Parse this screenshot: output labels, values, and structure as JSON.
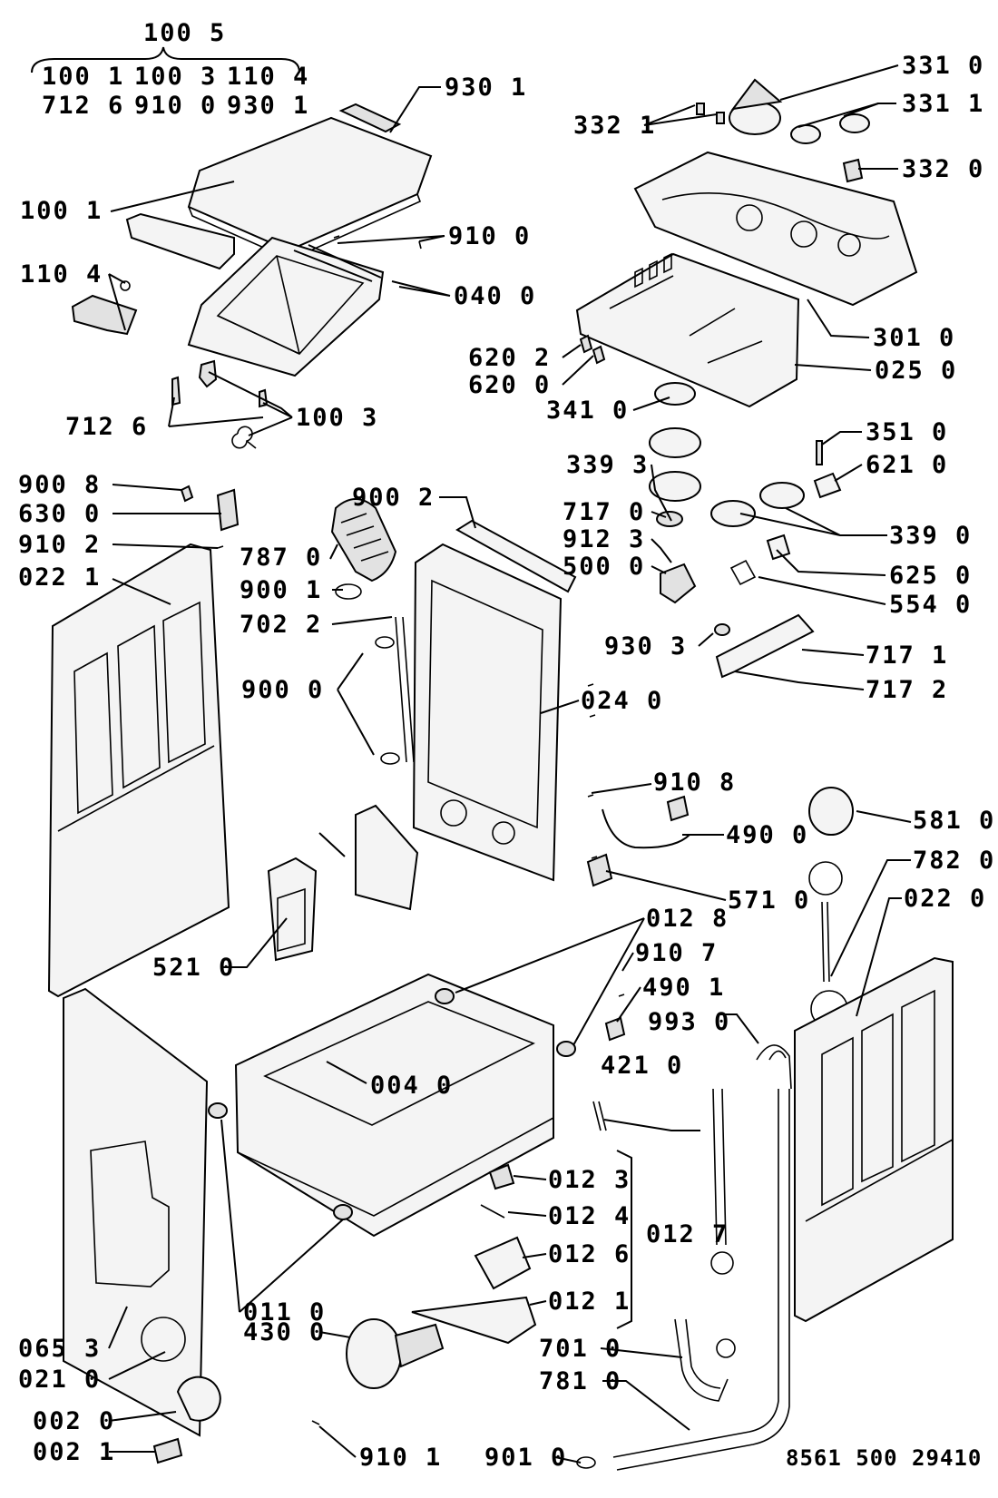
{
  "kit": {
    "label": "100 5",
    "contents": [
      [
        "100 1",
        "100 3",
        "110 4"
      ],
      [
        "712 6",
        "910 0",
        "930 1"
      ]
    ]
  },
  "callouts": {
    "c930_1a": "930 1",
    "c100_1": "100 1",
    "c110_4": "110 4",
    "c910_0": "910 0",
    "c040_0": "040 0",
    "c712_6": "712 6",
    "c100_3": "100 3",
    "c331_0": "331 0",
    "c331_1": "331 1",
    "c332_1": "332 1",
    "c332_0": "332 0",
    "c301_0": "301 0",
    "c025_0": "025 0",
    "c620_2": "620 2",
    "c620_0": "620 0",
    "c341_0": "341 0",
    "c339_3": "339 3",
    "c351_0": "351 0",
    "c621_0": "621 0",
    "c339_0": "339 0",
    "c717_0": "717 0",
    "c912_3": "912 3",
    "c500_0": "500 0",
    "c625_0": "625 0",
    "c554_0": "554 0",
    "c930_3": "930 3",
    "c717_1": "717 1",
    "c717_2": "717 2",
    "c900_8": "900 8",
    "c630_0": "630 0",
    "c910_2": "910 2",
    "c022_1": "022 1",
    "c787_0": "787 0",
    "c900_1": "900 1",
    "c900_2": "900 2",
    "c702_2": "702 2",
    "c900_0": "900 0",
    "c024_0": "024 0",
    "c910_8": "910 8",
    "c490_0": "490 0",
    "c571_0": "571 0",
    "c581_0": "581 0",
    "c782_0": "782 0",
    "c022_0": "022 0",
    "c521_0": "521 0",
    "c012_8": "012 8",
    "c910_7": "910 7",
    "c490_1": "490 1",
    "c993_0": "993 0",
    "c004_0": "004 0",
    "c421_0": "421 0",
    "c012_3": "012 3",
    "c012_4": "012 4",
    "c012_7": "012 7",
    "c012_6": "012 6",
    "c012_1": "012 1",
    "c011_0": "011 0",
    "c430_0": "430 0",
    "c065_3": "065 3",
    "c021_0": "021 0",
    "c701_0": "701 0",
    "c781_0": "781 0",
    "c002_0": "002 0",
    "c002_1": "002 1",
    "c910_1": "910 1",
    "c901_0": "901 0"
  },
  "drawing_number": "8561 500 29410"
}
